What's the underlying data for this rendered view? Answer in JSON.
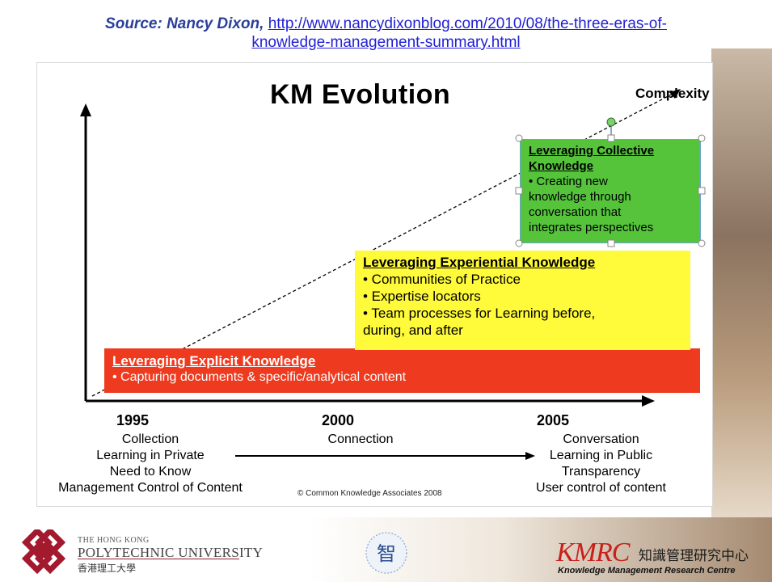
{
  "source": {
    "label": "Source: Nancy Dixon,",
    "url_line1": "http://www.nancydixonblog.com/2010/08/the-three-eras-of-",
    "url_line2": "knowledge-management-summary.html"
  },
  "slide": {
    "title": "KM Evolution",
    "axis_label": "Complexity",
    "boxes": {
      "explicit": {
        "heading": "Leveraging Explicit Knowledge",
        "items": [
          "• Capturing documents & specific/analytical content"
        ]
      },
      "experiential": {
        "heading": "Leveraging Experiential Knowledge",
        "items": [
          "• Communities of Practice",
          "• Expertise locators",
          "• Team processes for Learning before,",
          "during, and after"
        ]
      },
      "collective": {
        "heading_line1": "Leveraging Collective",
        "heading_line2": "Knowledge",
        "items": [
          "• Creating new",
          "knowledge through",
          "conversation that",
          "integrates perspectives"
        ]
      }
    },
    "years": [
      "1995",
      "2000",
      "2005"
    ],
    "left_labels": [
      "Collection",
      "Learning in Private",
      "Need to Know",
      "Management Control of Content"
    ],
    "middle_label": "Connection",
    "right_labels": [
      "Conversation",
      "Learning in Public",
      "Transparency",
      "User control of content"
    ],
    "copyright": "© Common Knowledge Associates 2008"
  },
  "footer": {
    "polyu_small": "THE HONG KONG",
    "polyu_big": "POLYTECHNIC UNIVERSITY",
    "polyu_cn": "香港理工大學",
    "kmrc": "KMRC",
    "kmrc_cn": "知識管理研究中心",
    "kmrc_en": "Knowledge Management Research Centre",
    "emblem_char": "智"
  },
  "colors": {
    "red_box": "#ee3b1f",
    "yellow_box": "#fffb3a",
    "green_box": "#55c43b",
    "link": "#2121d6"
  }
}
